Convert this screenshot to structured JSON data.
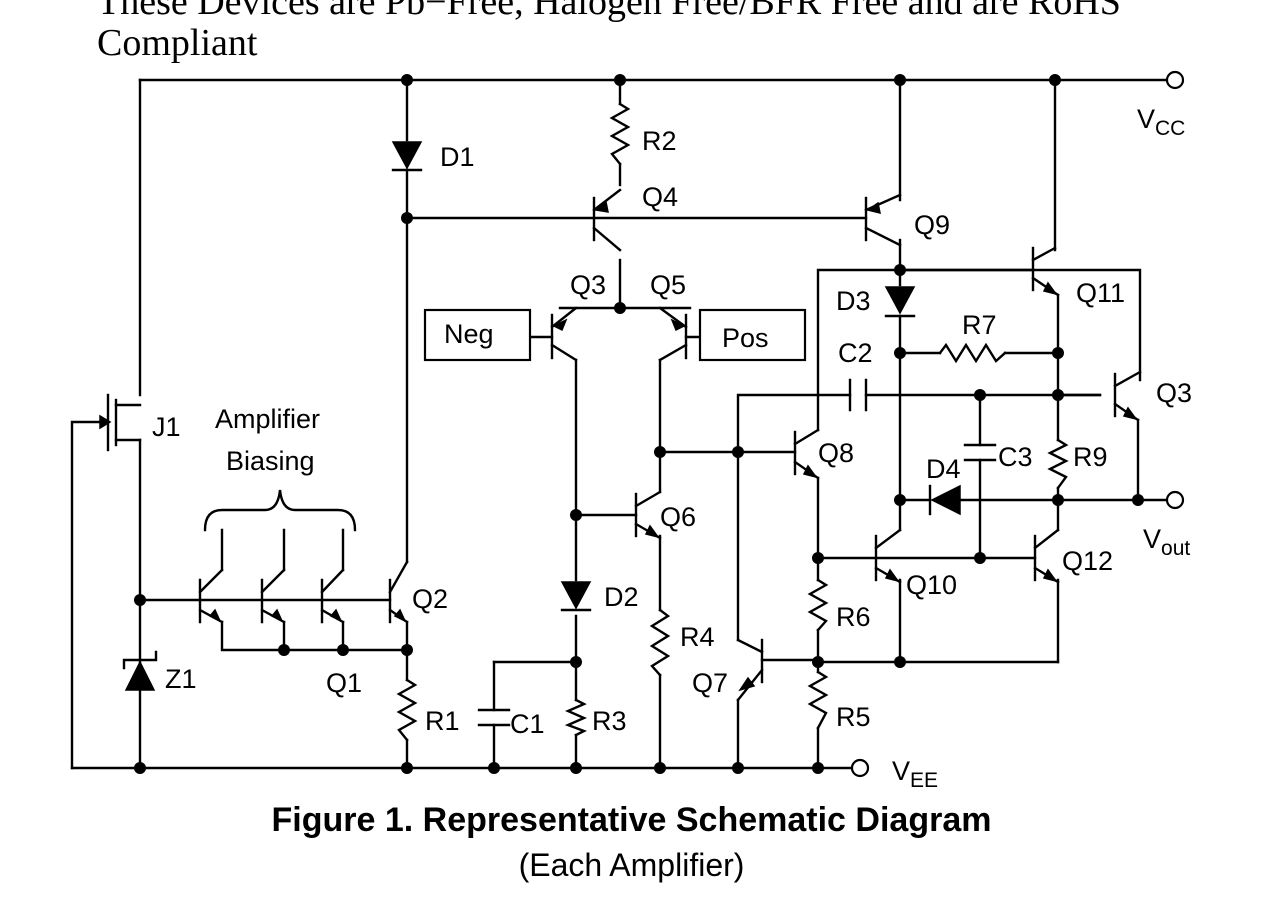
{
  "intro": {
    "line1": "These Devices are Pb−Free, Halogen Free/BFR Free and are RoHS",
    "line2": "Compliant"
  },
  "figure": {
    "title": "Figure 1. Representative Schematic Diagram",
    "subtitle": "(Each Amplifier)"
  },
  "schematic": {
    "supply_vcc": "V",
    "supply_vcc_sub": "CC",
    "supply_vee": "V",
    "supply_vee_sub": "EE",
    "output_vout": "V",
    "output_vout_sub": "out",
    "input_neg": "Neg",
    "input_pos": "Pos",
    "bias_label_1": "Amplifier",
    "bias_label_2": "Biasing",
    "labels": {
      "J1": "J1",
      "Z1": "Z1",
      "D1": "D1",
      "D2": "D2",
      "D3": "D3",
      "D4": "D4",
      "R1": "R1",
      "R2": "R2",
      "R3": "R3",
      "R4": "R4",
      "R5": "R5",
      "R6": "R6",
      "R7": "R7",
      "R9": "R9",
      "C1": "C1",
      "C2": "C2",
      "C3": "C3",
      "Q1": "Q1",
      "Q2": "Q2",
      "Q3": "Q3",
      "Q3b": "Q3",
      "Q4": "Q4",
      "Q5": "Q5",
      "Q6": "Q6",
      "Q7": "Q7",
      "Q8": "Q8",
      "Q9": "Q9",
      "Q10": "Q10",
      "Q11": "Q11",
      "Q12": "Q12"
    }
  }
}
